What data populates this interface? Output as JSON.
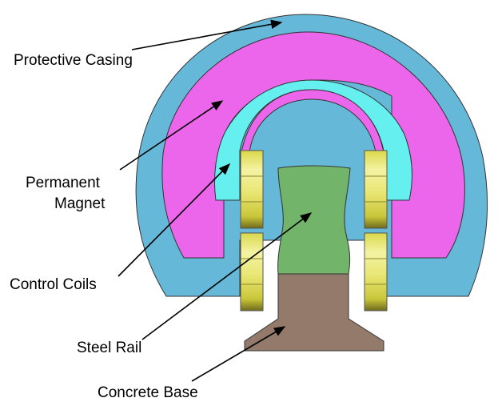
{
  "labels": {
    "protective_casing": "Protective Casing",
    "permanent_magnet_line1": "Permanent",
    "permanent_magnet_line2": "Magnet",
    "control_coils": "Control Coils",
    "steel_rail": "Steel Rail",
    "concrete_base": "Concrete Base"
  },
  "colors": {
    "casing": "#66b8d9",
    "magnet": "#ec66ec",
    "inner_liner": "#66efef",
    "steel_rail": "#73b46b",
    "concrete_base": "#937a6b",
    "coil_light": "#f2f19a",
    "coil_mid": "#d9d84a",
    "coil_dark": "#7a7420",
    "leader": "#000000"
  }
}
